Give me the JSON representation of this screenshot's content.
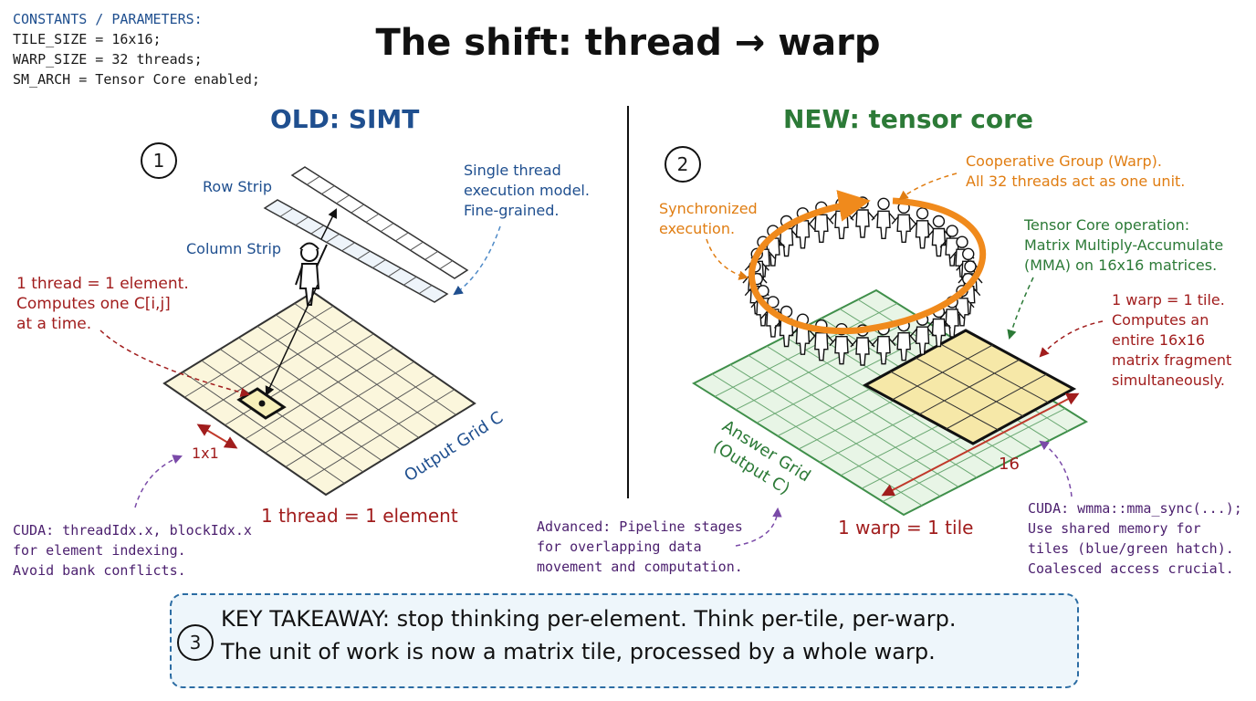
{
  "header": {
    "constants_title": "CONSTANTS / PARAMETERS:",
    "constants": [
      "TILE_SIZE = 16x16;",
      "WARP_SIZE = 32 threads;",
      "SM_ARCH = Tensor Core enabled;"
    ],
    "title": "The shift: thread → warp"
  },
  "left": {
    "step": "1",
    "title": "OLD: SIMT",
    "row_strip": "Row Strip",
    "column_strip": "Column Strip",
    "single_thread_note": [
      "Single thread",
      "execution model.",
      "Fine-grained."
    ],
    "element_note": [
      "1 thread = 1 element.",
      "Computes one C[i,j]",
      "at a time."
    ],
    "size_label": "1x1",
    "grid_label": "Output Grid C",
    "caption": "1 thread = 1 element",
    "cuda_note": [
      "CUDA: threadIdx.x, blockIdx.x",
      "for element indexing.",
      "Avoid bank conflicts."
    ]
  },
  "right": {
    "step": "2",
    "title": "NEW: tensor core",
    "cooperative_note": [
      "Cooperative Group (Warp).",
      "All 32 threads act as one unit."
    ],
    "sync_note": [
      "Synchronized",
      "execution."
    ],
    "tensor_note": [
      "Tensor Core operation:",
      "Matrix Multiply-Accumulate",
      "(MMA) on 16x16 matrices."
    ],
    "tile_note": [
      "1 warp = 1 tile.",
      "Computes an",
      "entire 16x16",
      "matrix fragment",
      "simultaneously."
    ],
    "grid_label": [
      "Answer Grid",
      "(Output C)"
    ],
    "size_label": "16",
    "caption": "1 warp = 1 tile",
    "advanced_note": [
      "Advanced: Pipeline stages",
      "for overlapping data",
      "movement and computation."
    ],
    "cuda_note": [
      "CUDA: wmma::mma_sync(...);",
      "Use shared memory for",
      "tiles (blue/green hatch).",
      "Coalesced access crucial."
    ]
  },
  "takeaway": {
    "step": "3",
    "line1": "KEY TAKEAWAY: stop thinking per-element. Think per-tile, per-warp.",
    "line2": "The unit of work is now a matrix tile, processed by a whole warp."
  },
  "colors": {
    "blue": "#1f4f8f",
    "red": "#a11d1d",
    "green": "#2c7a37",
    "orange": "#e07d12",
    "purple": "#4b1f6e",
    "grid_fill": "#fbf6dc",
    "green_fill": "#e8f5e6"
  }
}
